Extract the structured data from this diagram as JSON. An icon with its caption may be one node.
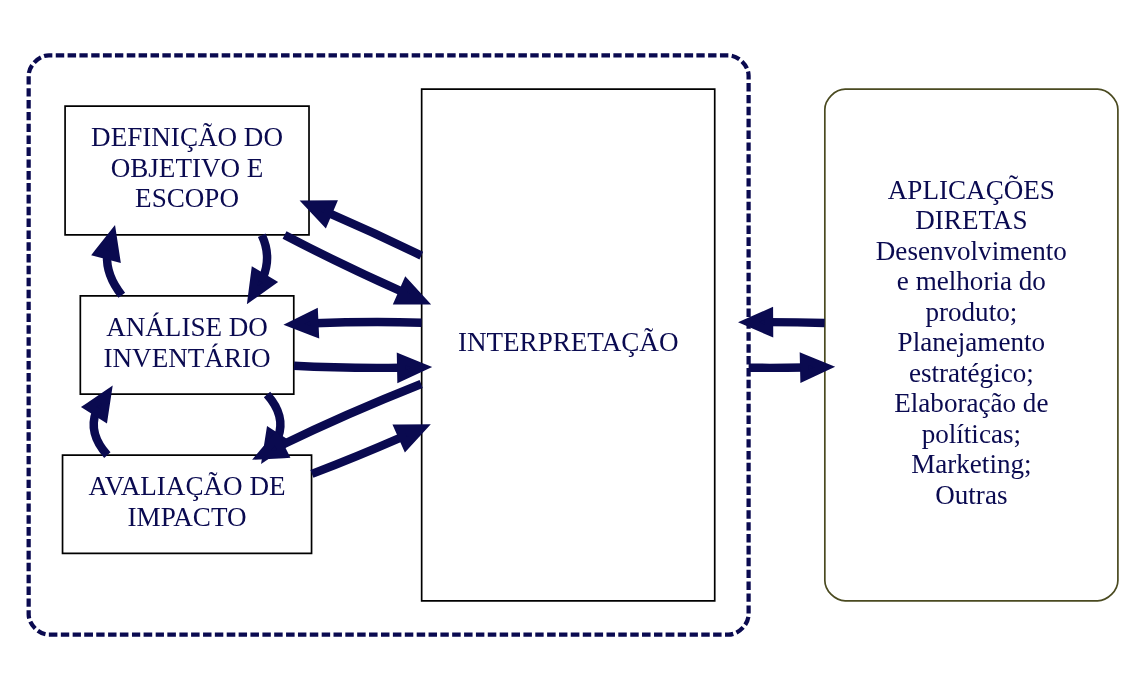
{
  "diagram": {
    "nodes": [
      {
        "text": [],
        "shape": "box"
      },
      {
        "text": [
          "DEFINIÇÃO DO OBJETIVO E ESCOPO"
        ],
        "in": 0
      },
      {
        "text": [
          "ANÁLISE DO INVENTÁRIO"
        ],
        "in": 0
      },
      {
        "text": [
          "AVALIAÇÃO DE IMPACTO"
        ],
        "in": 0
      },
      {
        "text": [
          "INTERPRETAÇÃO"
        ],
        "in": 0
      },
      {
        "text": [
          "APLICAÇÕES DIRETAS",
          "Desenvolvimento e melhoria do produto; Planejamento estratégico; Elaboração de políticas; Marketing; Outras"
        ]
      }
    ],
    "edges": [
      {
        "from": 1,
        "to": 4,
        "arrow": "to"
      },
      {
        "from": 4,
        "to": 1,
        "arrow": "to"
      },
      {
        "from": 1,
        "to": 2,
        "arrow": "to"
      },
      {
        "from": 2,
        "to": 1,
        "arrow": "to"
      },
      {
        "from": 2,
        "to": 4,
        "arrow": "to"
      },
      {
        "from": 4,
        "to": 2,
        "arrow": "to"
      },
      {
        "from": 2,
        "to": 3,
        "arrow": "to"
      },
      {
        "from": 3,
        "to": 2,
        "arrow": "to"
      },
      {
        "from": 3,
        "to": 4,
        "arrow": "to"
      },
      {
        "from": 4,
        "to": 3,
        "arrow": "to"
      },
      {
        "from": 0,
        "to": 5,
        "arrow": "to"
      },
      {
        "from": 5,
        "to": 0,
        "arrow": "to"
      }
    ]
  }
}
